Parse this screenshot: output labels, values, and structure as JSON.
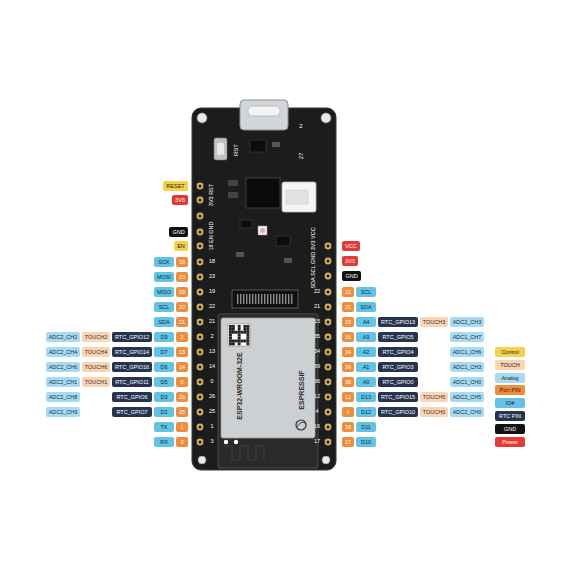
{
  "diagram": {
    "nodes": [
      {
        "text": [
          "RESET"
        ]
      },
      {
        "text": [
          "3V3"
        ]
      },
      {
        "text": [
          "GND"
        ]
      },
      {
        "text": [
          "EN"
        ]
      },
      {
        "text": [
          "SCK"
        ]
      },
      {
        "text": [
          "18"
        ]
      },
      {
        "text": [
          "MOSI"
        ]
      },
      {
        "text": [
          "23"
        ]
      },
      {
        "text": [
          "MISO"
        ]
      },
      {
        "text": [
          "19"
        ]
      },
      {
        "text": [
          "SCL"
        ]
      },
      {
        "text": [
          "22"
        ]
      },
      {
        "text": [
          "SDA"
        ]
      },
      {
        "text": [
          "21"
        ]
      },
      {
        "text": [
          "ADC2_CH2"
        ]
      },
      {
        "text": [
          "TOUCH2"
        ]
      },
      {
        "text": [
          "RTC_GPIO12"
        ]
      },
      {
        "text": [
          "D9"
        ]
      },
      {
        "text": [
          "2"
        ]
      },
      {
        "text": [
          "ADC2_CH4"
        ]
      },
      {
        "text": [
          "TOUCH4"
        ]
      },
      {
        "text": [
          "RTC_GPIO14"
        ]
      },
      {
        "text": [
          "D7"
        ]
      },
      {
        "text": [
          "13"
        ]
      },
      {
        "text": [
          "ADC2_CH6"
        ]
      },
      {
        "text": [
          "TOUCH6"
        ]
      },
      {
        "text": [
          "RTC_GPIO16"
        ]
      },
      {
        "text": [
          "D6"
        ]
      },
      {
        "text": [
          "14"
        ]
      },
      {
        "text": [
          "ADC2_CH1"
        ]
      },
      {
        "text": [
          "TOUCH1"
        ]
      },
      {
        "text": [
          "RTC_GPIO11"
        ]
      },
      {
        "text": [
          "D5"
        ]
      },
      {
        "text": [
          "0"
        ]
      },
      {
        "text": [
          "ADC2_CH8"
        ]
      },
      {
        "text": [
          "RTC_GPIO6"
        ]
      },
      {
        "text": [
          "D3"
        ]
      },
      {
        "text": [
          "26"
        ]
      },
      {
        "text": [
          "ADC2_CH9"
        ]
      },
      {
        "text": [
          "RTC_GPIO7"
        ]
      },
      {
        "text": [
          "D2"
        ]
      },
      {
        "text": [
          "25"
        ]
      },
      {
        "text": [
          "TX"
        ]
      },
      {
        "text": [
          "1"
        ]
      },
      {
        "text": [
          "RX"
        ]
      },
      {
        "text": [
          "3"
        ]
      },
      {
        "text": [
          "VCC"
        ]
      },
      {
        "text": [
          "3V3"
        ]
      },
      {
        "text": [
          "GND"
        ]
      },
      {
        "text": [
          "22"
        ]
      },
      {
        "text": [
          "SCL"
        ]
      },
      {
        "text": [
          "21"
        ]
      },
      {
        "text": [
          "SDA"
        ]
      },
      {
        "text": [
          "15"
        ]
      },
      {
        "text": [
          "A4"
        ]
      },
      {
        "text": [
          "RTC_GPIO13"
        ]
      },
      {
        "text": [
          "TOUCH3"
        ]
      },
      {
        "text": [
          "ADC2_CH3"
        ]
      },
      {
        "text": [
          "35"
        ]
      },
      {
        "text": [
          "A3"
        ]
      },
      {
        "text": [
          "RTC_GPIO5"
        ]
      },
      {
        "text": [
          "ADC1_CH7"
        ]
      },
      {
        "text": [
          "34"
        ]
      },
      {
        "text": [
          "A2"
        ]
      },
      {
        "text": [
          "RTC_GPIO4"
        ]
      },
      {
        "text": [
          "ADC1_CH6"
        ]
      },
      {
        "text": [
          "39"
        ]
      },
      {
        "text": [
          "A1"
        ]
      },
      {
        "text": [
          "RTC_GPIO3"
        ]
      },
      {
        "text": [
          "ADC1_CH3"
        ]
      },
      {
        "text": [
          "36"
        ]
      },
      {
        "text": [
          "A0"
        ]
      },
      {
        "text": [
          "RTC_GPIO0"
        ]
      },
      {
        "text": [
          "ADC1_CH0"
        ]
      },
      {
        "text": [
          "12"
        ]
      },
      {
        "text": [
          "D13"
        ]
      },
      {
        "text": [
          "RTC_GPIO15"
        ]
      },
      {
        "text": [
          "TOUCH5"
        ]
      },
      {
        "text": [
          "ADC2_CH5"
        ]
      },
      {
        "text": [
          "4"
        ]
      },
      {
        "text": [
          "D12"
        ]
      },
      {
        "text": [
          "RTC_GPIO10"
        ]
      },
      {
        "text": [
          "TOUCH0"
        ]
      },
      {
        "text": [
          "ADC2_CH0"
        ]
      },
      {
        "text": [
          "16"
        ]
      },
      {
        "text": [
          "D11"
        ]
      },
      {
        "text": [
          "17"
        ]
      },
      {
        "text": [
          "D10"
        ]
      }
    ],
    "labels": [
      "RST",
      "2",
      "27",
      "3V3 RST",
      "18 EN GND",
      "SDA SCL GND 3V3 VCC",
      "ESP32-WROOM-32E",
      "ESPRESSIF",
      "18",
      "23",
      "19",
      "22",
      "21",
      "2",
      "13",
      "14",
      "0",
      "26",
      "25",
      "1",
      "3",
      "22",
      "21",
      "15",
      "35",
      "34",
      "39",
      "36",
      "12",
      "4",
      "16",
      "17"
    ],
    "legend": [
      {
        "text": "Control",
        "color": "#f6d24a"
      },
      {
        "text": "TOUCH",
        "color": "#fbd4b4"
      },
      {
        "text": "Analog",
        "color": "#a8dbf3"
      },
      {
        "text": "Port PIN",
        "color": "#f28c38"
      },
      {
        "text": "IO#",
        "color": "#62c3e6"
      },
      {
        "text": "RTC PIN",
        "color": "#27344f"
      },
      {
        "text": "GND",
        "color": "#111111"
      },
      {
        "text": "Power",
        "color": "#e53935"
      }
    ]
  }
}
